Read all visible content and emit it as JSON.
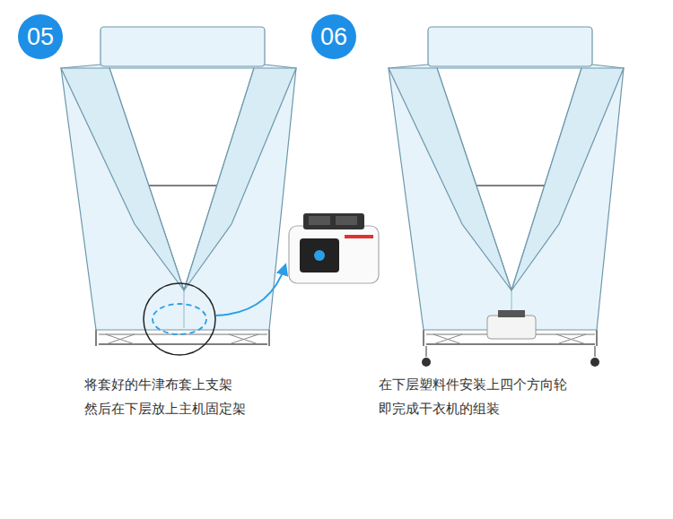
{
  "diagram": {
    "nodes": [
      {
        "text": [
          "05"
        ]
      },
      {
        "text": [
          "06"
        ]
      }
    ],
    "labels": [
      "将套好的牛津布套上支架",
      "然后在下层放上主机固定架",
      "在下层塑料件安装上四个方向轮",
      "即完成干衣机的组装"
    ]
  }
}
